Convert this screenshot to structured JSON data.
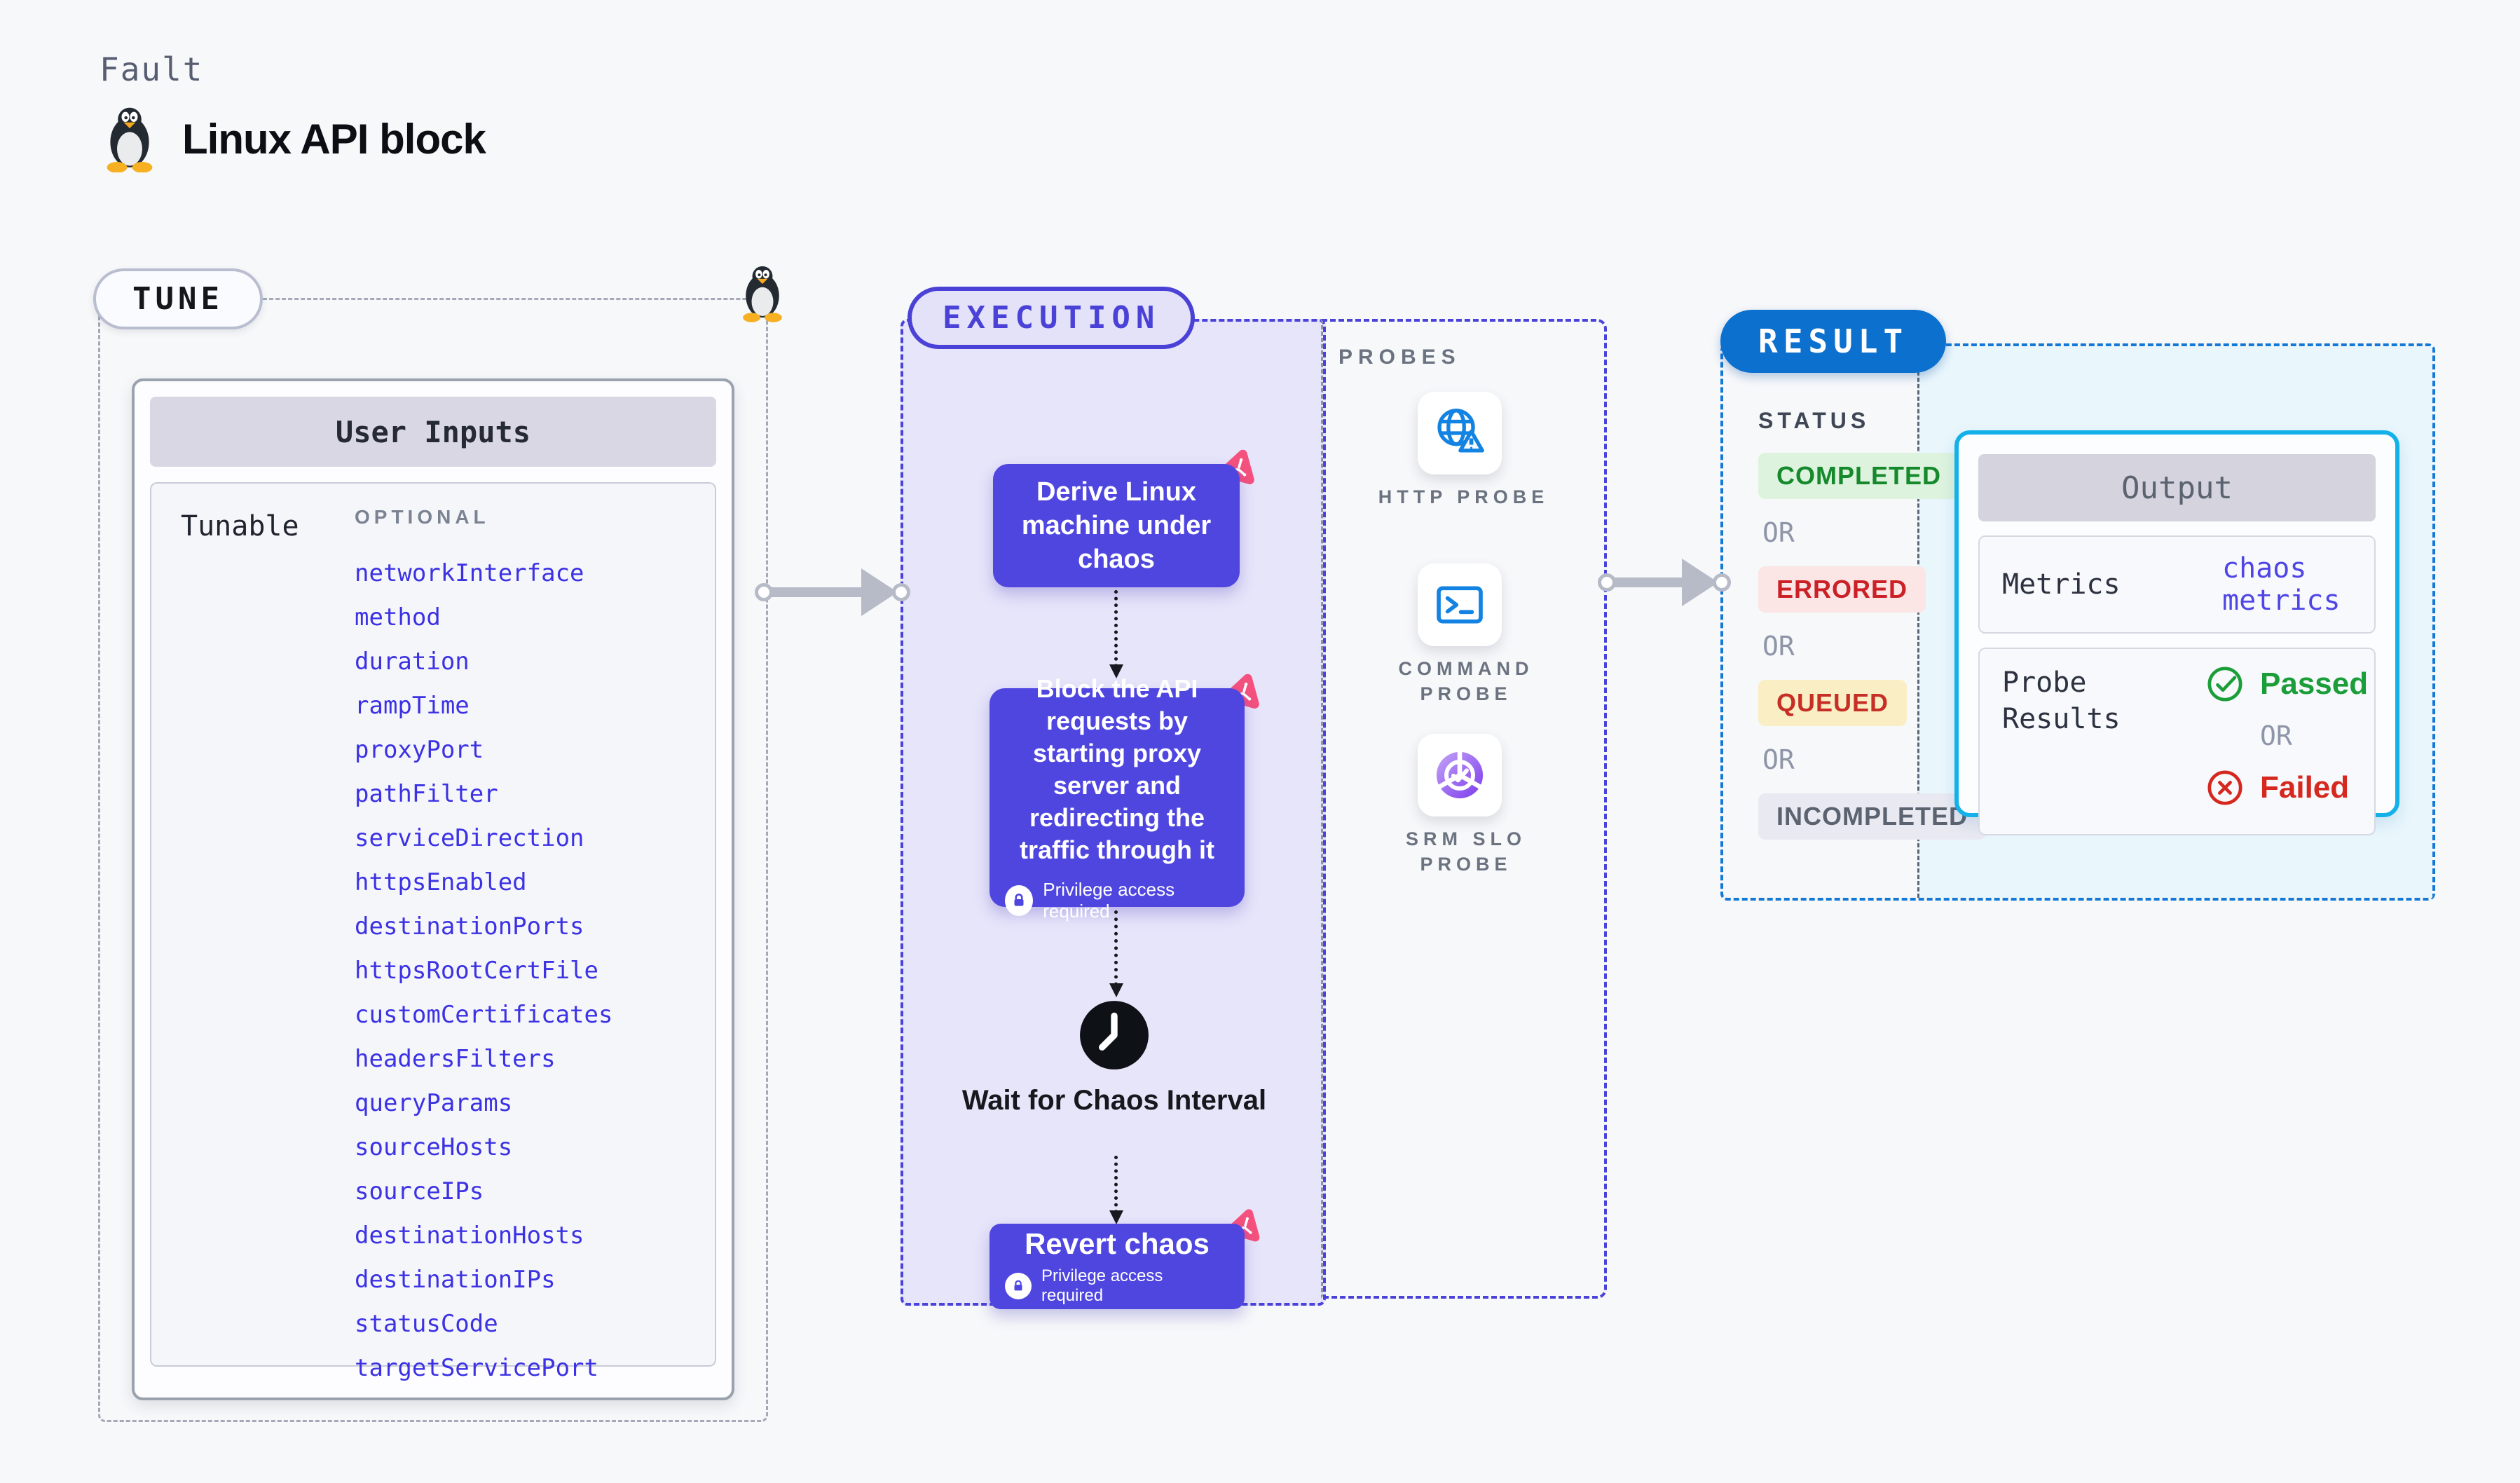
{
  "page": {
    "kicker": "Fault",
    "title": "Linux API block"
  },
  "tune": {
    "label": "TUNE",
    "card_title": "User Inputs",
    "row_label": "Tunable",
    "column_label": "OPTIONAL",
    "params": [
      "networkInterface",
      "method",
      "duration",
      "rampTime",
      "proxyPort",
      "pathFilter",
      "serviceDirection",
      "httpsEnabled",
      "destinationPorts",
      "httpsRootCertFile",
      "customCertificates",
      "headersFilters",
      "queryParams",
      "sourceHosts",
      "sourceIPs",
      "destinationHosts",
      "destinationIPs",
      "statusCode",
      "targetServicePort"
    ]
  },
  "execution": {
    "label": "EXECUTION",
    "step_derive": "Derive Linux machine under chaos",
    "step_block": "Block the API requests by starting proxy server and redirecting the traffic through it",
    "step_wait": "Wait for Chaos Interval",
    "step_revert": "Revert chaos",
    "privilege_label": "Privilege access required",
    "probes_label": "PROBES",
    "probes": [
      "HTTP PROBE",
      "COMMAND PROBE",
      "SRM SLO PROBE"
    ]
  },
  "result": {
    "label": "RESULT",
    "status_label": "STATUS",
    "or_label": "OR",
    "statuses": [
      "COMPLETED",
      "ERRORED",
      "QUEUED",
      "INCOMPLETED"
    ],
    "output": {
      "title": "Output",
      "metrics_label": "Metrics",
      "metrics_value": "chaos metrics",
      "probe_results_label": "Probe Results",
      "passed_label": "Passed",
      "failed_label": "Failed"
    }
  },
  "colors": {
    "accent_indigo": "#4f46e0",
    "chaos_pink": "#f5517e",
    "probe_blue": "#1283e2",
    "result_blue": "#0c70cf",
    "output_border_cyan": "#14b1e8",
    "passed_green": "#1b9e3a",
    "failed_red": "#d5281f"
  }
}
